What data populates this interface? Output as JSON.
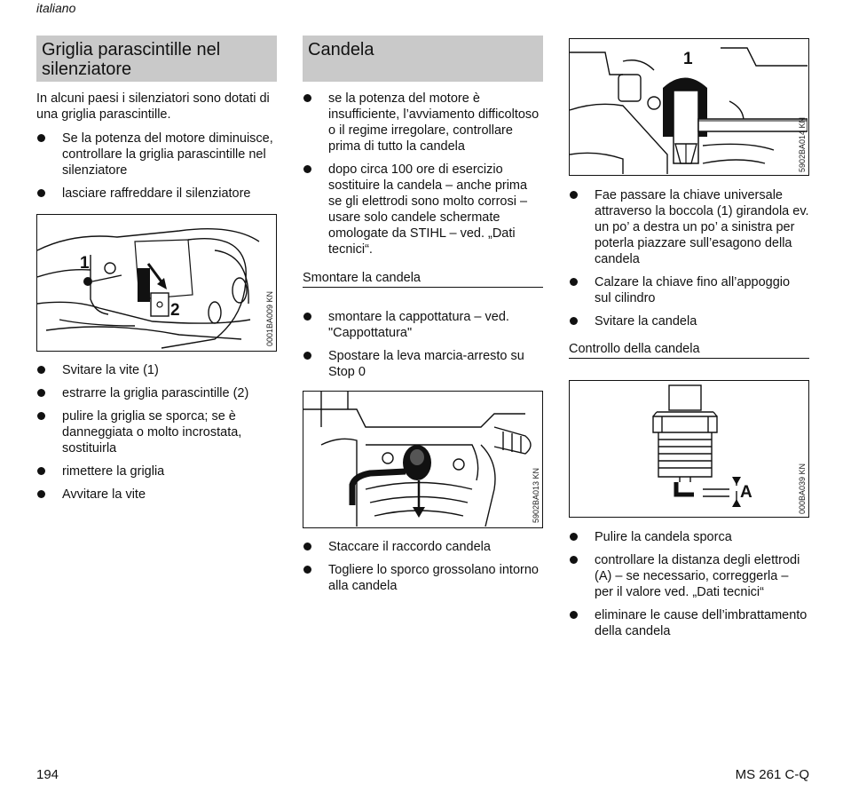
{
  "header": {
    "language": "italiano"
  },
  "section1": {
    "title": "Griglia parascintille nel silenziatore",
    "intro": "In alcuni paesi i silenziatori sono dotati di una griglia parascintille.",
    "bullets_a": [
      "Se la potenza del motore diminuisce, controllare la griglia parascintille nel silenziatore",
      "lasciare raffreddare il silenziatore"
    ],
    "figure": {
      "code": "0001BA009 KN",
      "label1": "1",
      "label2": "2"
    },
    "bullets_b": [
      "Svitare la vite (1)",
      "estrarre la griglia parascintille (2)",
      "pulire la griglia se sporca; se è danneggiata o molto incrostata, sostituirla",
      "rimettere la griglia",
      "Avvitare la vite"
    ]
  },
  "section2": {
    "title": "Candela",
    "bullets_a": [
      "se la potenza del motore è insufficiente, l’avviamento difficoltoso o il regime irregolare, controllare prima di tutto la candela",
      "dopo circa 100 ore di esercizio sostituire la candela – anche prima se gli elettrodi sono molto corrosi – usare solo candele schermate omologate da  STIHL  – ved. „Dati tecnici“."
    ],
    "subheading": "Smontare la candela",
    "bullets_b": [
      "smontare la cappottatura – ved. \"Cappottatura\"",
      "Spostare la leva marcia-arresto su Stop 0"
    ],
    "figure": {
      "code": "5902BA013 KN"
    },
    "bullets_c": [
      "Staccare il raccordo candela",
      "Togliere lo sporco grossolano intorno alla candela"
    ]
  },
  "section3": {
    "figure1": {
      "code": "5902BA014 KN",
      "label": "1"
    },
    "bullets_a": [
      "Fae passare la chiave universale attraverso la boccola (1) girandola ev. un po’ a destra un po’ a sinistra per poterla piazzare sull’esagono della candela",
      "Calzare la chiave fino all’appoggio sul cilindro",
      "Svitare la candela"
    ],
    "subheading": "Controllo della candela",
    "figure2": {
      "code": "000BA039 KN",
      "label": "A"
    },
    "bullets_b": [
      "Pulire la candela sporca",
      "controllare la distanza degli elettrodi (A) – se necessario, correggerla  – per il valore ved. „Dati tecnici“",
      "eliminare le cause dell’imbrattamento della candela"
    ]
  },
  "footer": {
    "page_number": "194",
    "model": "MS 261 C-Q"
  }
}
